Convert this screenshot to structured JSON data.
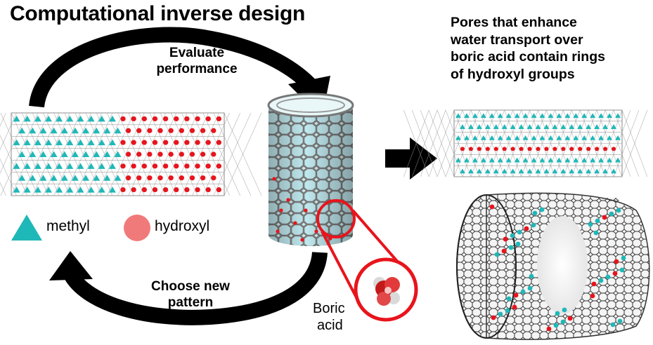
{
  "title": "Computational inverse design",
  "evaluate": [
    "Evaluate",
    "performance"
  ],
  "choose": [
    "Choose new",
    "pattern"
  ],
  "legend": {
    "methyl": "methyl",
    "hydroxyl": "hydroxyl"
  },
  "boric": [
    "Boric",
    "acid"
  ],
  "caption": [
    "Pores that enhance",
    "water transport over",
    "boric acid contain rings",
    "of hydroxyl groups"
  ],
  "colors": {
    "methyl": "#1fb8b8",
    "hydroxyl": "#e8141c",
    "arrow": "#000000",
    "lattice": "#9a9a9a",
    "tube": "#8c8c8c",
    "ring": "#e8141c"
  }
}
